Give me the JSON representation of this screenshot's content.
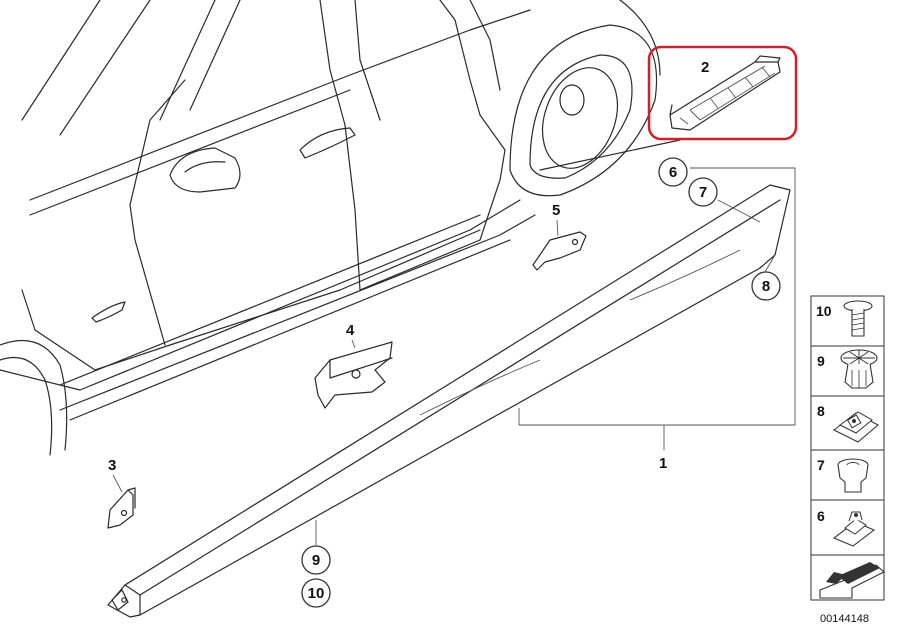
{
  "diagram": {
    "callouts": {
      "c1": "1",
      "c2": "2",
      "c3": "3",
      "c4": "4",
      "c5": "5",
      "c6": "6",
      "c7": "7",
      "c8": "8",
      "c9": "9",
      "c10": "10"
    },
    "parts_panel": {
      "items": [
        {
          "label": "10",
          "icon": "screw-icon"
        },
        {
          "label": "9",
          "icon": "expanding-rivet-icon"
        },
        {
          "label": "8",
          "icon": "clip-nut-icon"
        },
        {
          "label": "7",
          "icon": "grommet-icon"
        },
        {
          "label": "6",
          "icon": "clamp-icon"
        }
      ],
      "footer_icon": "arrow-icon"
    },
    "highlight": {
      "color": "#d0202a",
      "target": "2"
    },
    "reference_number": "00144148"
  }
}
